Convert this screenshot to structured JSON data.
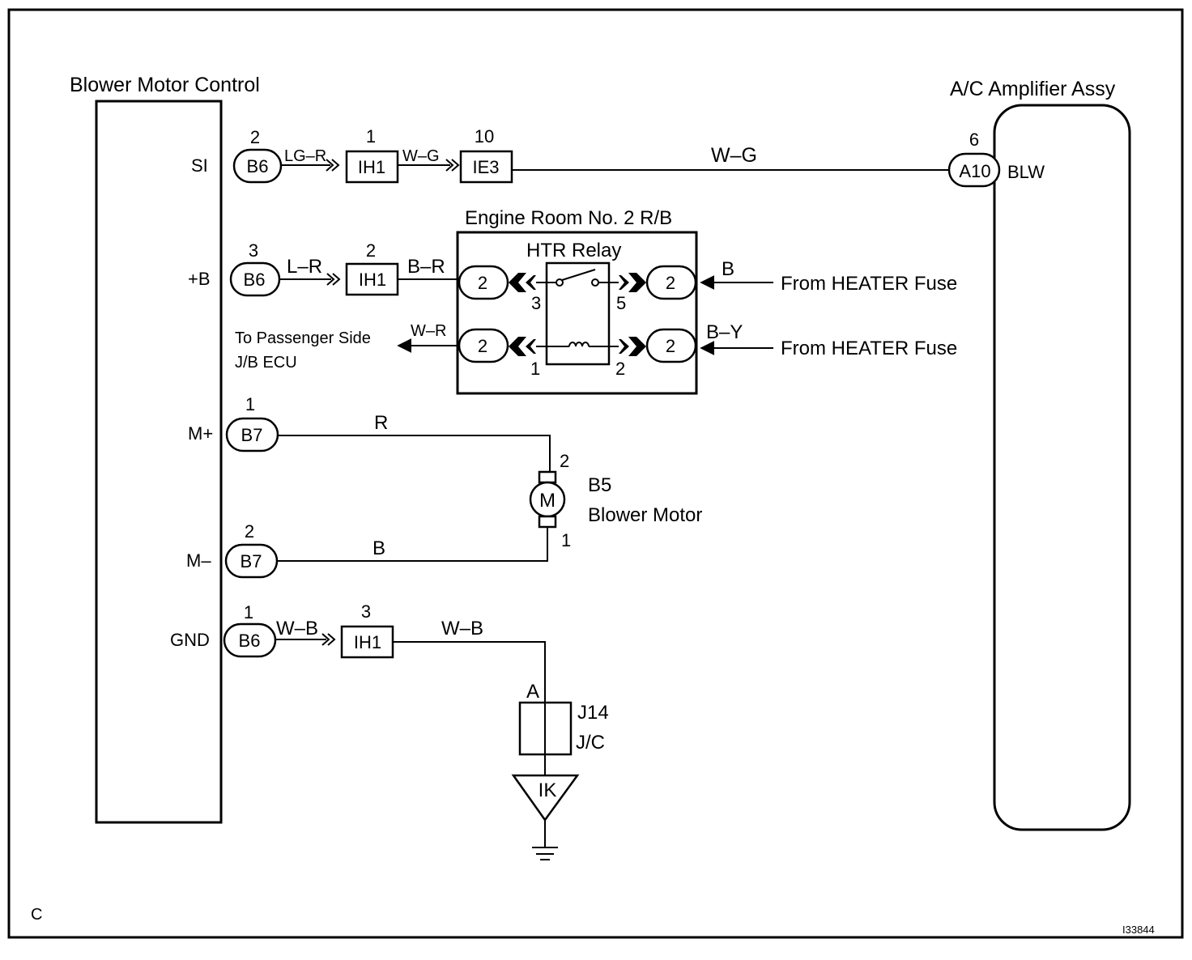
{
  "corner_label": "C",
  "figure_id": "I33844",
  "blower_control": {
    "title": "Blower Motor Control",
    "terminals": {
      "si": "SI",
      "plus_b": "+B",
      "m_plus": "M+",
      "m_minus": "M–",
      "gnd": "GND"
    }
  },
  "amplifier": {
    "title": "A/C Amplifier Assy",
    "terminal": "BLW",
    "connector": "A10",
    "pin": "6"
  },
  "connectors": {
    "si": {
      "name": "B6",
      "pin": "2"
    },
    "plus_b": {
      "name": "B6",
      "pin": "3"
    },
    "m_plus": {
      "name": "B7",
      "pin": "1"
    },
    "m_minus": {
      "name": "B7",
      "pin": "2"
    },
    "gnd": {
      "name": "B6",
      "pin": "1"
    }
  },
  "junctions": {
    "ih1_si": {
      "name": "IH1",
      "pin": "1"
    },
    "ie3": {
      "name": "IE3",
      "pin": "10"
    },
    "ih1_b": {
      "name": "IH1",
      "pin": "2"
    },
    "ih1_gnd": {
      "name": "IH1",
      "pin": "3"
    }
  },
  "wires": {
    "si_1": "LG–R",
    "si_2": "W–G",
    "si_3": "W–G",
    "b_1": "L–R",
    "b_2": "B–R",
    "heater_1": "B",
    "heater_2": "B–Y",
    "passenger": "W–R",
    "m_plus": "R",
    "m_minus": "B",
    "gnd_1": "W–B",
    "gnd_2": "W–B"
  },
  "relay_box": {
    "title": "Engine Room No. 2 R/B",
    "relay": "HTR Relay",
    "conn_pins": {
      "top_left": "2",
      "top_right": "2",
      "bottom_left": "2",
      "bottom_right": "2"
    },
    "relay_pins": {
      "p3": "3",
      "p5": "5",
      "p1": "1",
      "p2": "2"
    }
  },
  "feeds": {
    "heater_1": "From HEATER Fuse",
    "heater_2": "From HEATER Fuse"
  },
  "passenger_side": {
    "line1": "To Passenger Side",
    "line2": "J/B ECU"
  },
  "motor": {
    "symbol": "M",
    "id": "B5",
    "name": "Blower Motor",
    "pin_top": "2",
    "pin_bottom": "1"
  },
  "jc": {
    "pin": "A",
    "id": "J14",
    "name": "J/C",
    "ground": "IK"
  }
}
